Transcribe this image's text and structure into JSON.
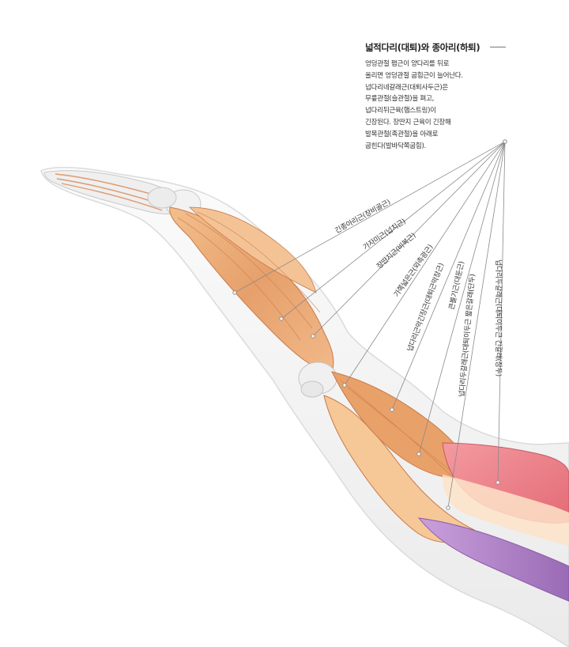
{
  "title": "넓적다리(대퇴)와 종아리(하퇴)",
  "description_lines": [
    "엉덩관절 폄근이 양다리를 뒤로",
    "올리면 엉덩관절 굽힘근이 늘어난다.",
    "넙다리네갈래근(대퇴사두근)은",
    "무릎관절(슬관절)을 펴고,",
    "넙다리뒤근육(햄스트링)이",
    "긴장된다. 장딴지 근육이 긴장해",
    "발목관절(족관절)을 아래로",
    "굽힌다(발바닥쪽굽힘)."
  ],
  "muscle_labels": [
    "긴종아리근(장비골근)",
    "가자미근(넙치근)",
    "장딴지근(비복근)",
    "가쪽넓은근(외측광근)",
    "넙다리근막긴장근(대퇴근막장근)",
    "큰볼기근(대둔근)",
    "넙다리두갈래근(대퇴이두근 짧은갈래(단두)",
    "넙다리두갈래근(대퇴이두근 긴갈래(장두)"
  ],
  "colors": {
    "muscle_light": "#f6c797",
    "muscle_mid": "#e9a16a",
    "muscle_dark": "#d9844f",
    "gluteal": "#ef7f87",
    "purple": "#b07fc6",
    "bone": "#efefef",
    "skin_outline": "#cfcfcf",
    "leader_line": "#8a8a8a"
  }
}
